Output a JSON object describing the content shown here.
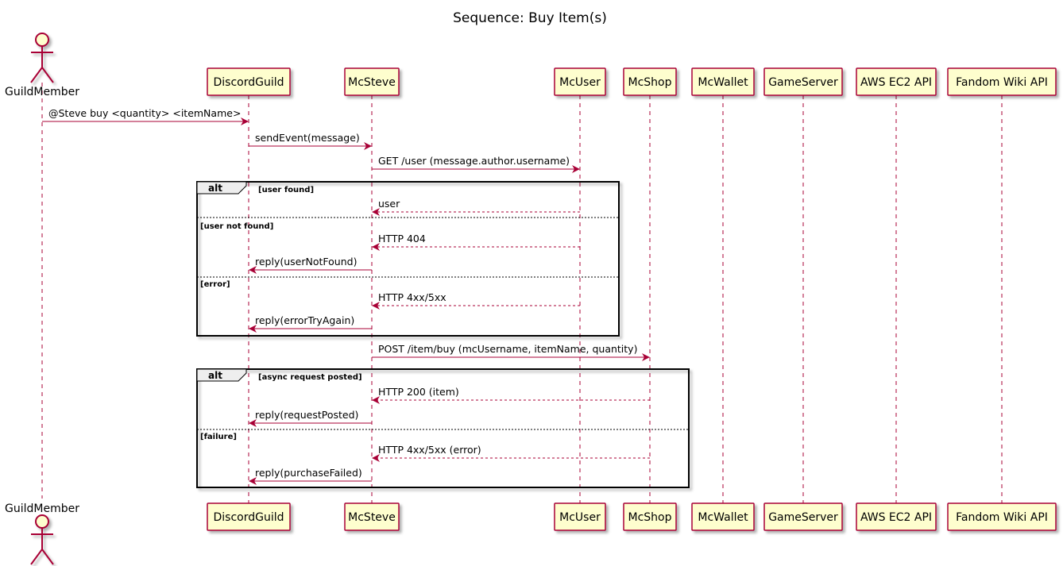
{
  "title": "Sequence: Buy Item(s)",
  "colors": {
    "participant_fill": "#FEFECE",
    "participant_border": "#A80036",
    "arrow": "#A80036",
    "lifeline": "#A80036",
    "frame": "#000000"
  },
  "actor": {
    "name": "GuildMember"
  },
  "participants": [
    {
      "name": "DiscordGuild"
    },
    {
      "name": "McSteve"
    },
    {
      "name": "McUser"
    },
    {
      "name": "McShop"
    },
    {
      "name": "McWallet"
    },
    {
      "name": "GameServer"
    },
    {
      "name": "AWS EC2 API"
    },
    {
      "name": "Fandom Wiki API"
    }
  ],
  "messages": [
    {
      "text": "@Steve buy <quantity> <itemName>",
      "from": "GuildMember",
      "to": "DiscordGuild",
      "style": "solid"
    },
    {
      "text": "sendEvent(message)",
      "from": "DiscordGuild",
      "to": "McSteve",
      "style": "solid"
    },
    {
      "text": "GET /user (message.author.username)",
      "from": "McSteve",
      "to": "McUser",
      "style": "solid"
    },
    {
      "text": "user",
      "from": "McUser",
      "to": "McSteve",
      "style": "dashed"
    },
    {
      "text": "HTTP 404",
      "from": "McUser",
      "to": "McSteve",
      "style": "dashed"
    },
    {
      "text": "reply(userNotFound)",
      "from": "McSteve",
      "to": "DiscordGuild",
      "style": "solid"
    },
    {
      "text": "HTTP 4xx/5xx",
      "from": "McUser",
      "to": "McSteve",
      "style": "dashed"
    },
    {
      "text": "reply(errorTryAgain)",
      "from": "McSteve",
      "to": "DiscordGuild",
      "style": "solid"
    },
    {
      "text": "POST /item/buy (mcUsername, itemName, quantity)",
      "from": "McSteve",
      "to": "McShop",
      "style": "solid"
    },
    {
      "text": "HTTP 200 (item)",
      "from": "McShop",
      "to": "McSteve",
      "style": "dashed"
    },
    {
      "text": "reply(requestPosted)",
      "from": "McSteve",
      "to": "DiscordGuild",
      "style": "solid"
    },
    {
      "text": "HTTP 4xx/5xx (error)",
      "from": "McShop",
      "to": "McSteve",
      "style": "dashed"
    },
    {
      "text": "reply(purchaseFailed)",
      "from": "McSteve",
      "to": "DiscordGuild",
      "style": "solid"
    }
  ],
  "alt_frames": [
    {
      "label": "alt",
      "sections": [
        {
          "guard": "[user found]"
        },
        {
          "guard": "[user not found]"
        },
        {
          "guard": "[error]"
        }
      ]
    },
    {
      "label": "alt",
      "sections": [
        {
          "guard": "[async request posted]"
        },
        {
          "guard": "[failure]"
        }
      ]
    }
  ]
}
